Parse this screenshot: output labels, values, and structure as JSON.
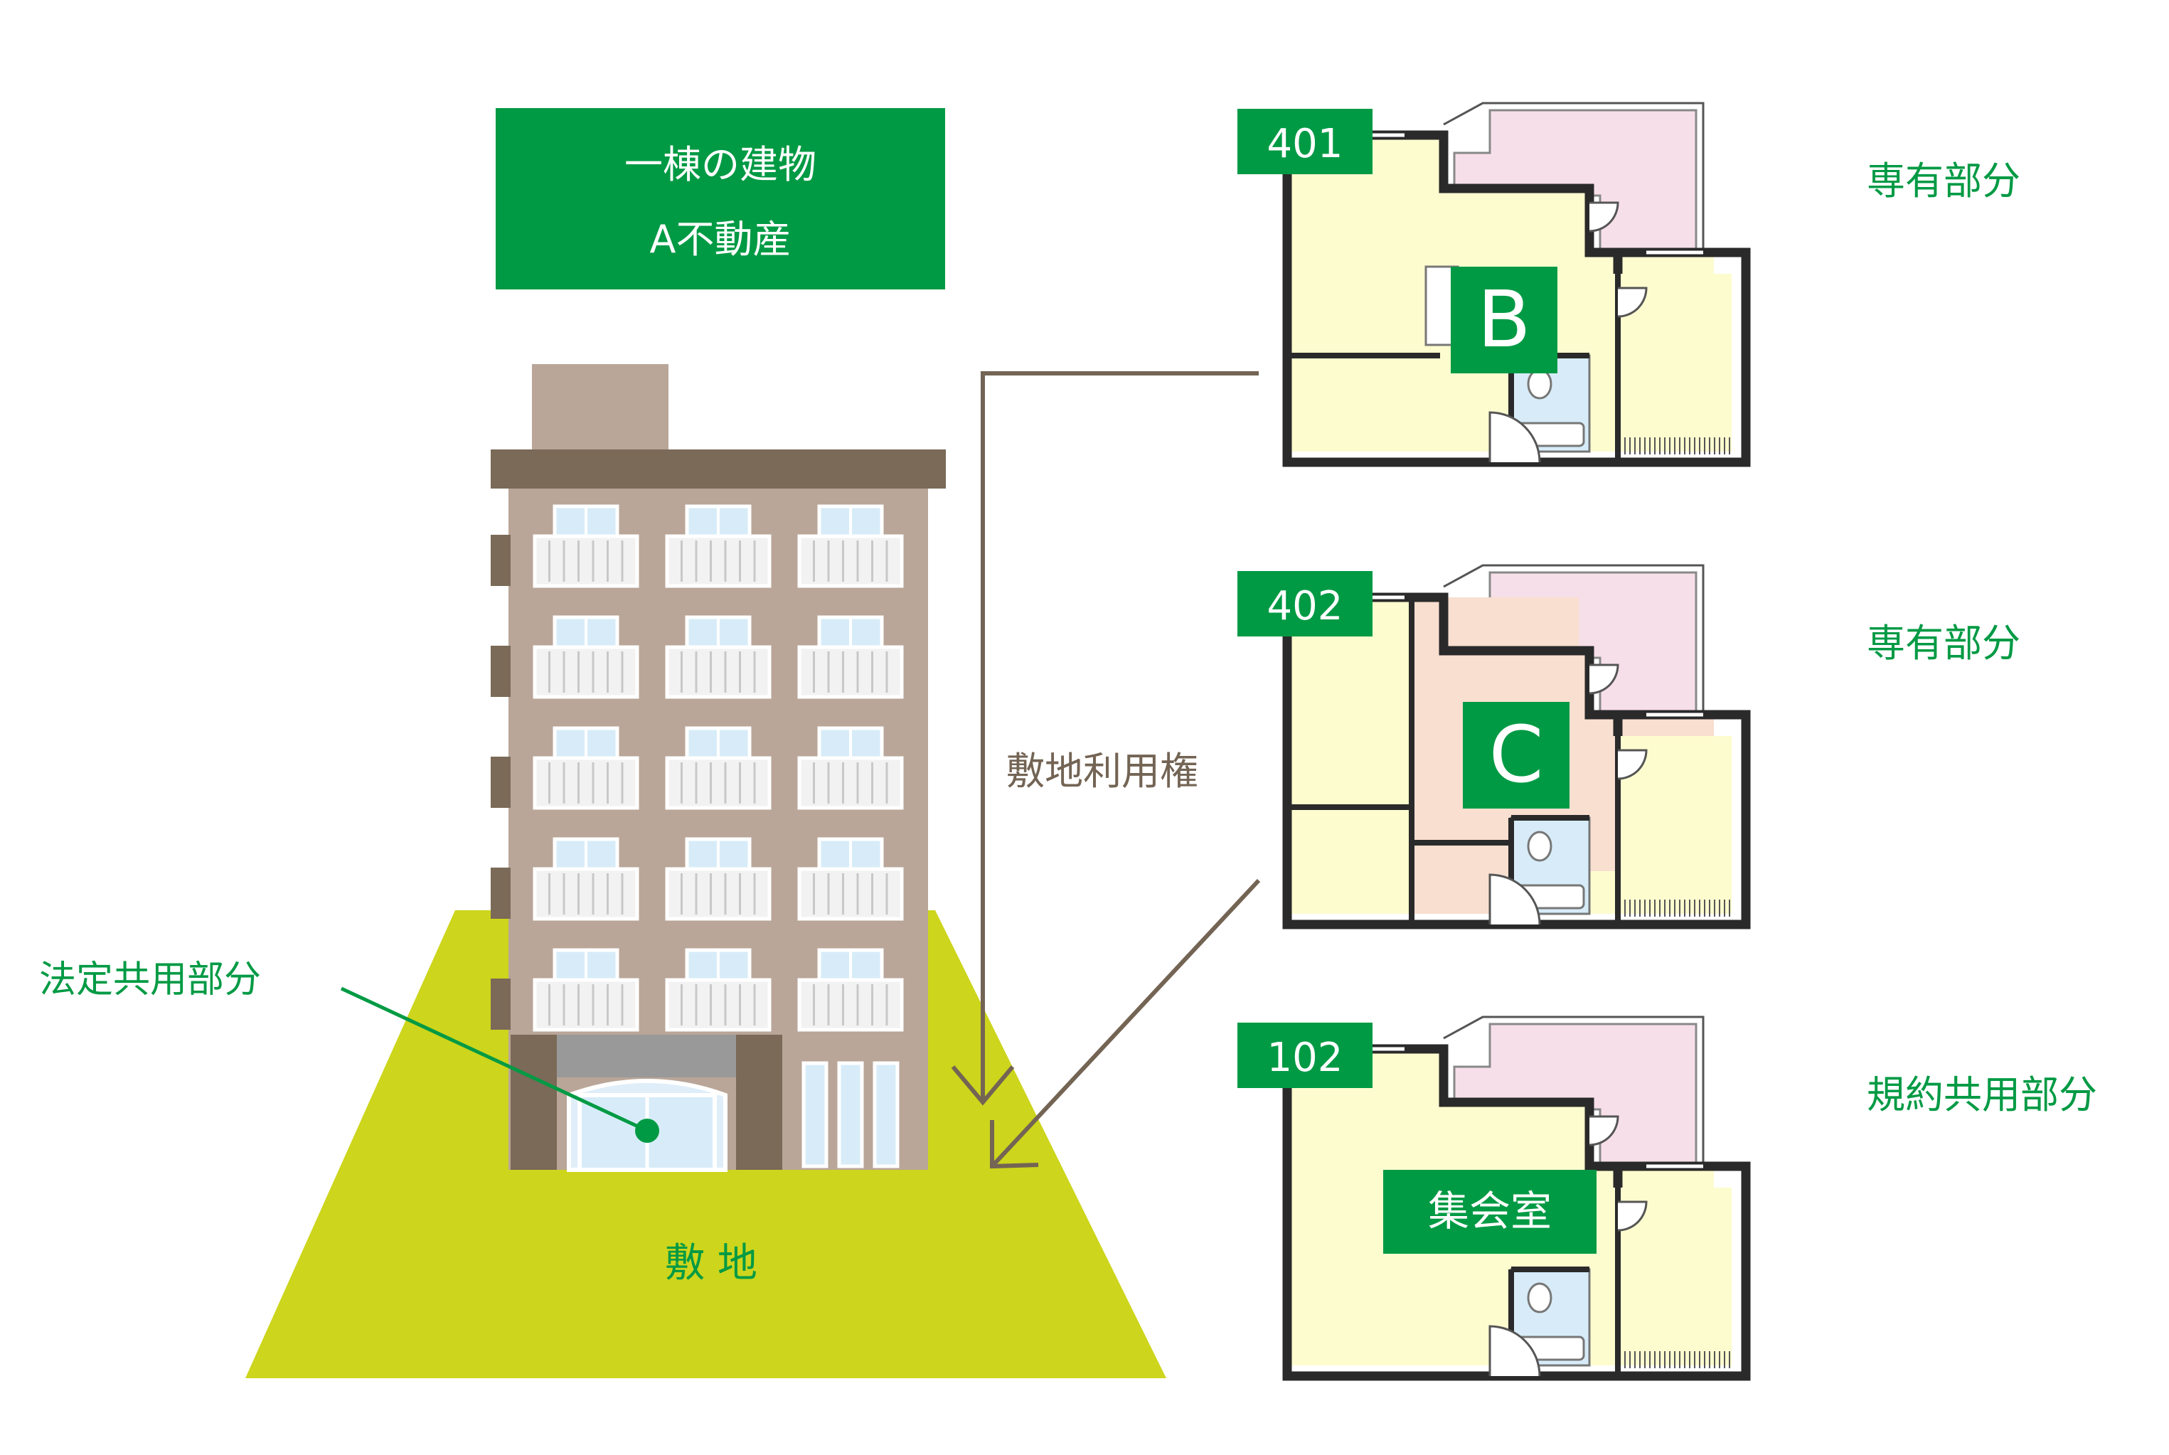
{
  "colors": {
    "green": "#009a44",
    "lawn": "#cdd51c",
    "facade": "#b9a698",
    "roof": "#7a6a57",
    "arrow": "#736454",
    "wall": "#2a2a2a",
    "room_yellow": "#fdfccf",
    "room_pink": "#f9dfd0",
    "balcony_pink": "#f7dfe9",
    "glass": "#d7ecf8"
  },
  "building": {
    "title_line1": "一棟の建物",
    "title_line2": "A不動産"
  },
  "labels": {
    "legal_common": "法定共用部分",
    "site": "敷 地",
    "land_use_right": "敷地利用権"
  },
  "units": [
    {
      "number": "401",
      "letter": "B",
      "category": "専有部分"
    },
    {
      "number": "402",
      "letter": "C",
      "category": "専有部分"
    },
    {
      "number": "102",
      "letter": "集会室",
      "category": "規約共用部分"
    }
  ]
}
